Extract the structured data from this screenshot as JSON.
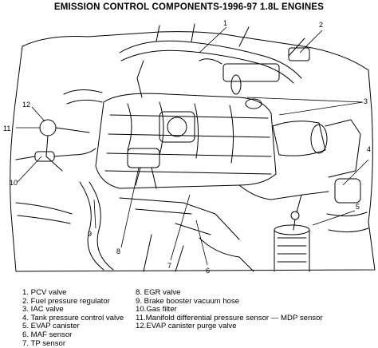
{
  "title": "EMISSION CONTROL COMPONENTS-1996-97 1.8L ENGINES",
  "callouts": [
    "1",
    "2",
    "3",
    "4",
    "5",
    "6",
    "7",
    "8",
    "9",
    "10",
    "11",
    "12"
  ],
  "legend_left": [
    "1. PCV valve",
    "2. Fuel pressure regulator",
    "3. IAC valve",
    "4. Tank pressure control valve",
    "5. EVAP canister",
    "6. MAF sensor",
    "7. TP sensor"
  ],
  "legend_right": [
    "8. EGR valve",
    "9. Brake booster vacuum hose",
    "10.Gas filter",
    "11.Manifold differential pressure sensor — MDP sensor",
    "12.EVAP canister purge valve"
  ]
}
